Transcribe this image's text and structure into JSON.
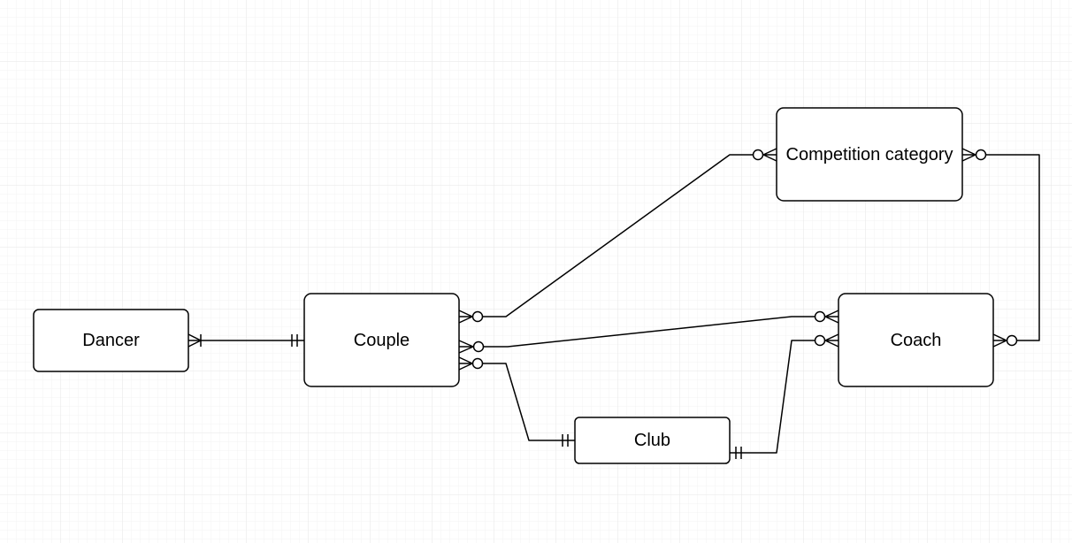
{
  "diagram": {
    "type": "entity-relationship",
    "colors": {
      "background": "#ffffff",
      "grid": "#ebebeb",
      "stroke": "#000000",
      "entity_fill": "#ffffff",
      "text": "#000000"
    },
    "entities": {
      "dancer": {
        "label": "Dancer"
      },
      "couple": {
        "label": "Couple"
      },
      "competition": {
        "label": "Competition category"
      },
      "coach": {
        "label": "Coach"
      },
      "club": {
        "label": "Club"
      }
    },
    "relationships": [
      {
        "name": "dancer-couple",
        "from": "Dancer",
        "from_cardinality": "one-or-many",
        "to": "Couple",
        "to_cardinality": "one-and-only-one"
      },
      {
        "name": "couple-competition",
        "from": "Couple",
        "from_cardinality": "zero-or-many",
        "to": "Competition category",
        "to_cardinality": "zero-or-many"
      },
      {
        "name": "couple-coach",
        "from": "Couple",
        "from_cardinality": "zero-or-many",
        "to": "Coach",
        "to_cardinality": "zero-or-many"
      },
      {
        "name": "couple-club",
        "from": "Couple",
        "from_cardinality": "zero-or-many",
        "to": "Club",
        "to_cardinality": "one-and-only-one"
      },
      {
        "name": "club-coach",
        "from": "Club",
        "from_cardinality": "one-and-only-one",
        "to": "Coach",
        "to_cardinality": "zero-or-many"
      },
      {
        "name": "competition-coach",
        "from": "Competition category",
        "from_cardinality": "zero-or-many",
        "to": "Coach",
        "to_cardinality": "zero-or-many"
      }
    ]
  }
}
